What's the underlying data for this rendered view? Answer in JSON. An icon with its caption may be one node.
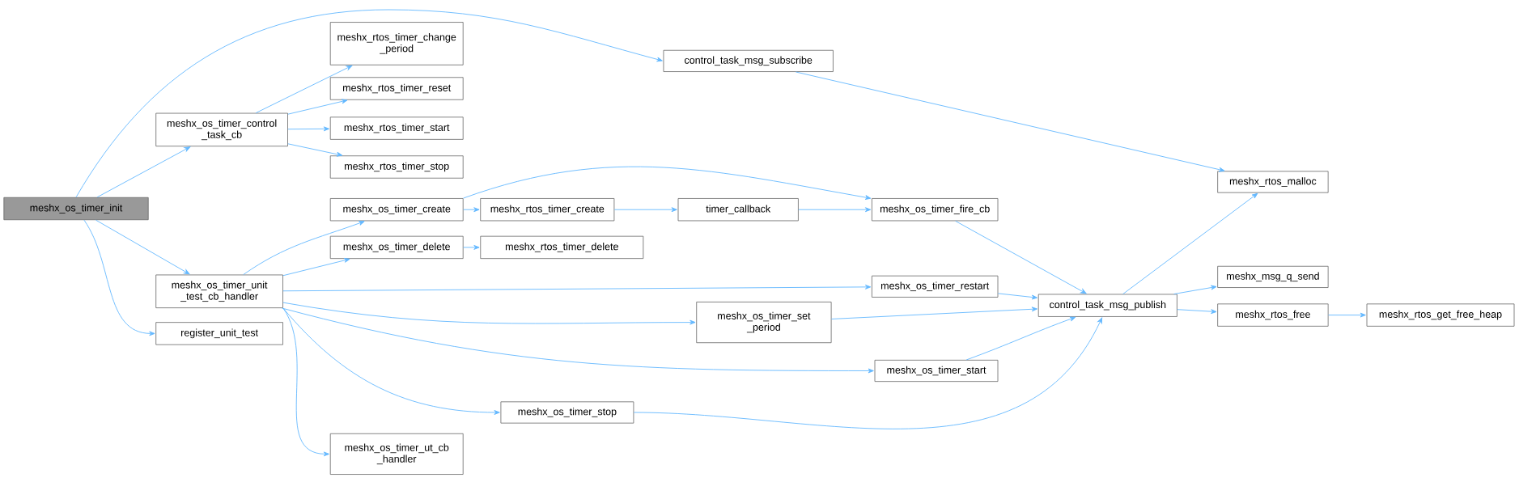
{
  "diagram": {
    "nodes": [
      {
        "text": [
          "meshx_os_timer_init"
        ]
      },
      {
        "text": [
          "meshx_os_timer_control _task_cb"
        ]
      },
      {
        "text": [
          "meshx_os_timer_unit _test_cb_handler"
        ]
      },
      {
        "text": [
          "register_unit_test"
        ]
      },
      {
        "text": [
          "meshx_rtos_timer_change _period"
        ]
      },
      {
        "text": [
          "meshx_rtos_timer_reset"
        ]
      },
      {
        "text": [
          "meshx_rtos_timer_start"
        ]
      },
      {
        "text": [
          "meshx_rtos_timer_stop"
        ]
      },
      {
        "text": [
          "control_task_msg_subscribe"
        ]
      },
      {
        "text": [
          "meshx_os_timer_create"
        ]
      },
      {
        "text": [
          "meshx_os_timer_delete"
        ]
      },
      {
        "text": [
          "meshx_rtos_timer_create"
        ]
      },
      {
        "text": [
          "meshx_rtos_timer_delete"
        ]
      },
      {
        "text": [
          "timer_callback"
        ]
      },
      {
        "text": [
          "meshx_os_timer_fire_cb"
        ]
      },
      {
        "text": [
          "meshx_os_timer_restart"
        ]
      },
      {
        "text": [
          "meshx_os_timer_set _period"
        ]
      },
      {
        "text": [
          "meshx_os_timer_start"
        ]
      },
      {
        "text": [
          "meshx_os_timer_stop"
        ]
      },
      {
        "text": [
          "meshx_os_timer_ut_cb _handler"
        ]
      },
      {
        "text": [
          "control_task_msg_publish"
        ]
      },
      {
        "text": [
          "meshx_rtos_malloc"
        ]
      },
      {
        "text": [
          "meshx_msg_q_send"
        ]
      },
      {
        "text": [
          "meshx_rtos_free"
        ]
      },
      {
        "text": [
          "meshx_rtos_get_free_heap"
        ]
      }
    ],
    "edges": [
      {
        "from": 0,
        "to": 1,
        "arrow": "to"
      },
      {
        "from": 0,
        "to": 2,
        "arrow": "to"
      },
      {
        "from": 0,
        "to": 3,
        "arrow": "to"
      },
      {
        "from": 0,
        "to": 8,
        "arrow": "to"
      },
      {
        "from": 1,
        "to": 4,
        "arrow": "to"
      },
      {
        "from": 1,
        "to": 5,
        "arrow": "to"
      },
      {
        "from": 1,
        "to": 6,
        "arrow": "to"
      },
      {
        "from": 1,
        "to": 7,
        "arrow": "to"
      },
      {
        "from": 8,
        "to": 21,
        "arrow": "to"
      },
      {
        "from": 2,
        "to": 9,
        "arrow": "to"
      },
      {
        "from": 2,
        "to": 10,
        "arrow": "to"
      },
      {
        "from": 2,
        "to": 15,
        "arrow": "to"
      },
      {
        "from": 2,
        "to": 16,
        "arrow": "to"
      },
      {
        "from": 2,
        "to": 17,
        "arrow": "to"
      },
      {
        "from": 2,
        "to": 18,
        "arrow": "to"
      },
      {
        "from": 2,
        "to": 19,
        "arrow": "to"
      },
      {
        "from": 9,
        "to": 11,
        "arrow": "to"
      },
      {
        "from": 9,
        "to": 14,
        "arrow": "to"
      },
      {
        "from": 11,
        "to": 13,
        "arrow": "to"
      },
      {
        "from": 13,
        "to": 14,
        "arrow": "to"
      },
      {
        "from": 10,
        "to": 12,
        "arrow": "to"
      },
      {
        "from": 14,
        "to": 20,
        "arrow": "to"
      },
      {
        "from": 15,
        "to": 20,
        "arrow": "to"
      },
      {
        "from": 16,
        "to": 20,
        "arrow": "to"
      },
      {
        "from": 17,
        "to": 20,
        "arrow": "to"
      },
      {
        "from": 18,
        "to": 20,
        "arrow": "to"
      },
      {
        "from": 20,
        "to": 21,
        "arrow": "to"
      },
      {
        "from": 20,
        "to": 22,
        "arrow": "to"
      },
      {
        "from": 20,
        "to": 23,
        "arrow": "to"
      },
      {
        "from": 23,
        "to": 24,
        "arrow": "to"
      }
    ]
  }
}
